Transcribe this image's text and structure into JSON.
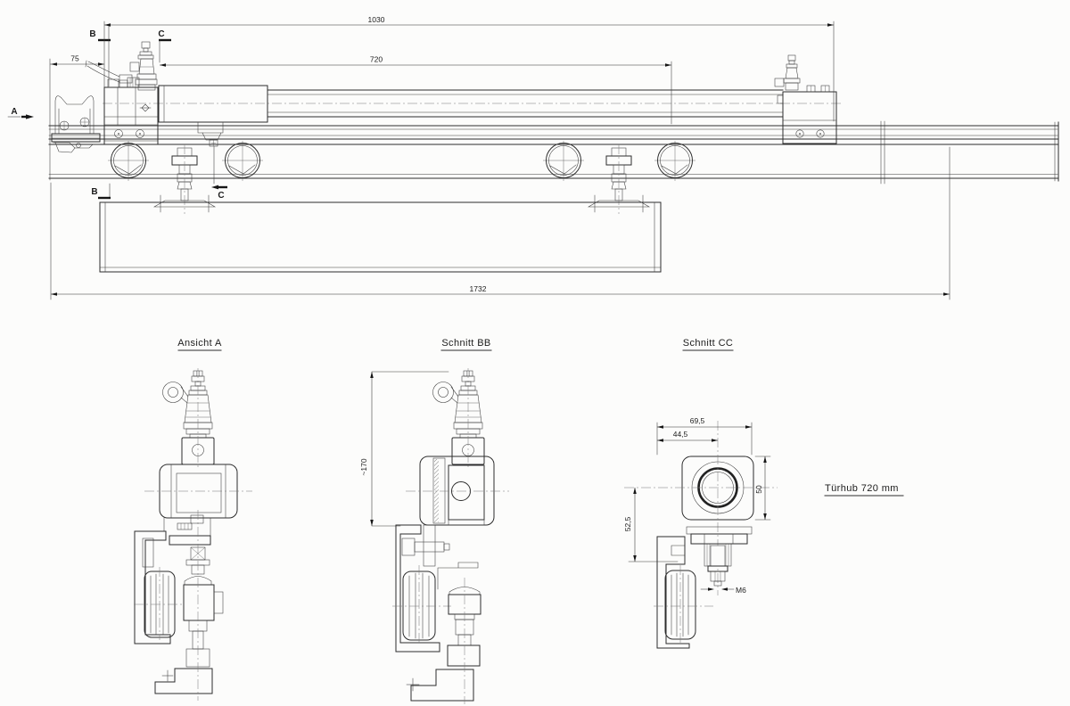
{
  "page": {
    "type": "technical-drawing",
    "background": "#fcfcfb",
    "ink_color": "#2d2d2d"
  },
  "main_view": {
    "markers": {
      "a": "A",
      "b": "B",
      "c": "C"
    },
    "dimensions": {
      "offset_left": "75",
      "cylinder_length": "1030",
      "stroke_length": "720",
      "overall_length": "1732"
    }
  },
  "detail_views": {
    "ansicht_a": {
      "title": "Ansicht A"
    },
    "schnitt_bb": {
      "title": "Schnitt BB",
      "dimensions": {
        "overall_height": "~170"
      }
    },
    "schnitt_cc": {
      "title": "Schnitt CC",
      "dimensions": {
        "block_width": "69,5",
        "center_offset": "44,5",
        "block_height": "50",
        "axis_drop": "52,5",
        "thread": "M6"
      }
    }
  },
  "note": {
    "door_stroke": "Türhub 720 mm"
  }
}
